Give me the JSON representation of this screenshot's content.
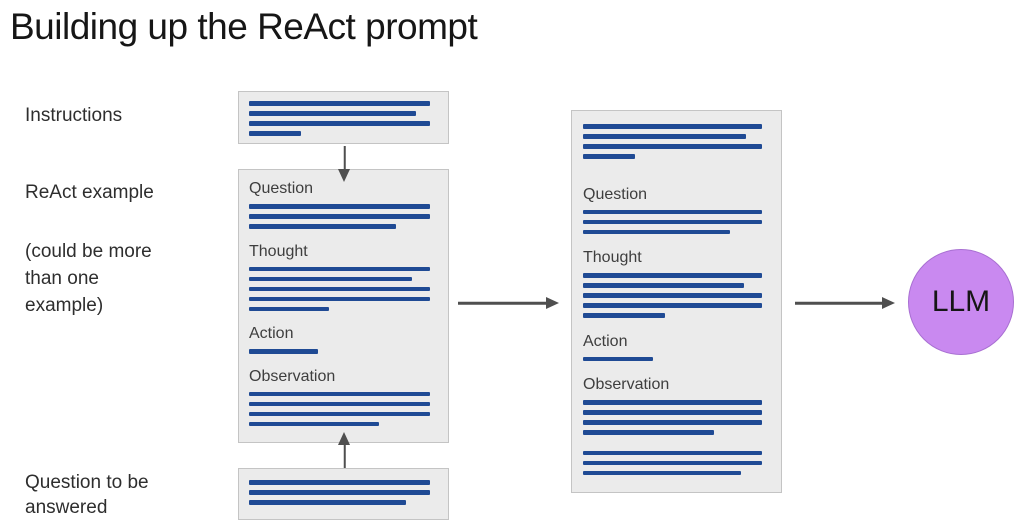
{
  "title": "Building up the ReAct prompt",
  "colors": {
    "line_blue": "#1f4a94",
    "box_fill": "#ebebeb",
    "box_border": "#c4c4c4",
    "arrow_gray": "#4f4f4f",
    "llm_fill": "#c989f0",
    "llm_border": "#a86fd2",
    "title_color": "#161616",
    "label_color": "#2e2e2e",
    "section_label_color": "#3e3e3e"
  },
  "left_labels": {
    "instructions": "Instructions",
    "react_example": "ReAct example",
    "note_lines": [
      "(could be more",
      "than one",
      "example)"
    ],
    "question_lines": [
      "Question to be",
      "answered"
    ]
  },
  "instructions_box": {
    "lines": [
      100,
      92,
      100,
      29
    ]
  },
  "example_box": {
    "sections": [
      {
        "label": "Question",
        "lines": [
          100,
          100,
          81
        ]
      },
      {
        "label": "Thought",
        "lines": [
          100,
          90,
          100,
          100,
          44
        ]
      },
      {
        "label": "Action",
        "lines": [
          38
        ]
      },
      {
        "label": "Observation",
        "lines": [
          100,
          100,
          100,
          72
        ]
      }
    ]
  },
  "question_box": {
    "lines": [
      100,
      100,
      87
    ]
  },
  "combined_box": {
    "top_lines": [
      100,
      91,
      100,
      29
    ],
    "sections": [
      {
        "label": "Question",
        "lines": [
          100,
          100,
          82
        ]
      },
      {
        "label": "Thought",
        "lines": [
          100,
          90,
          100,
          100,
          46
        ]
      },
      {
        "label": "Action",
        "lines": [
          39
        ]
      },
      {
        "label": "Observation",
        "lines": [
          100,
          100,
          100,
          73
        ]
      }
    ],
    "bottom_lines": [
      100,
      100,
      88
    ]
  },
  "llm": {
    "label": "LLM"
  }
}
